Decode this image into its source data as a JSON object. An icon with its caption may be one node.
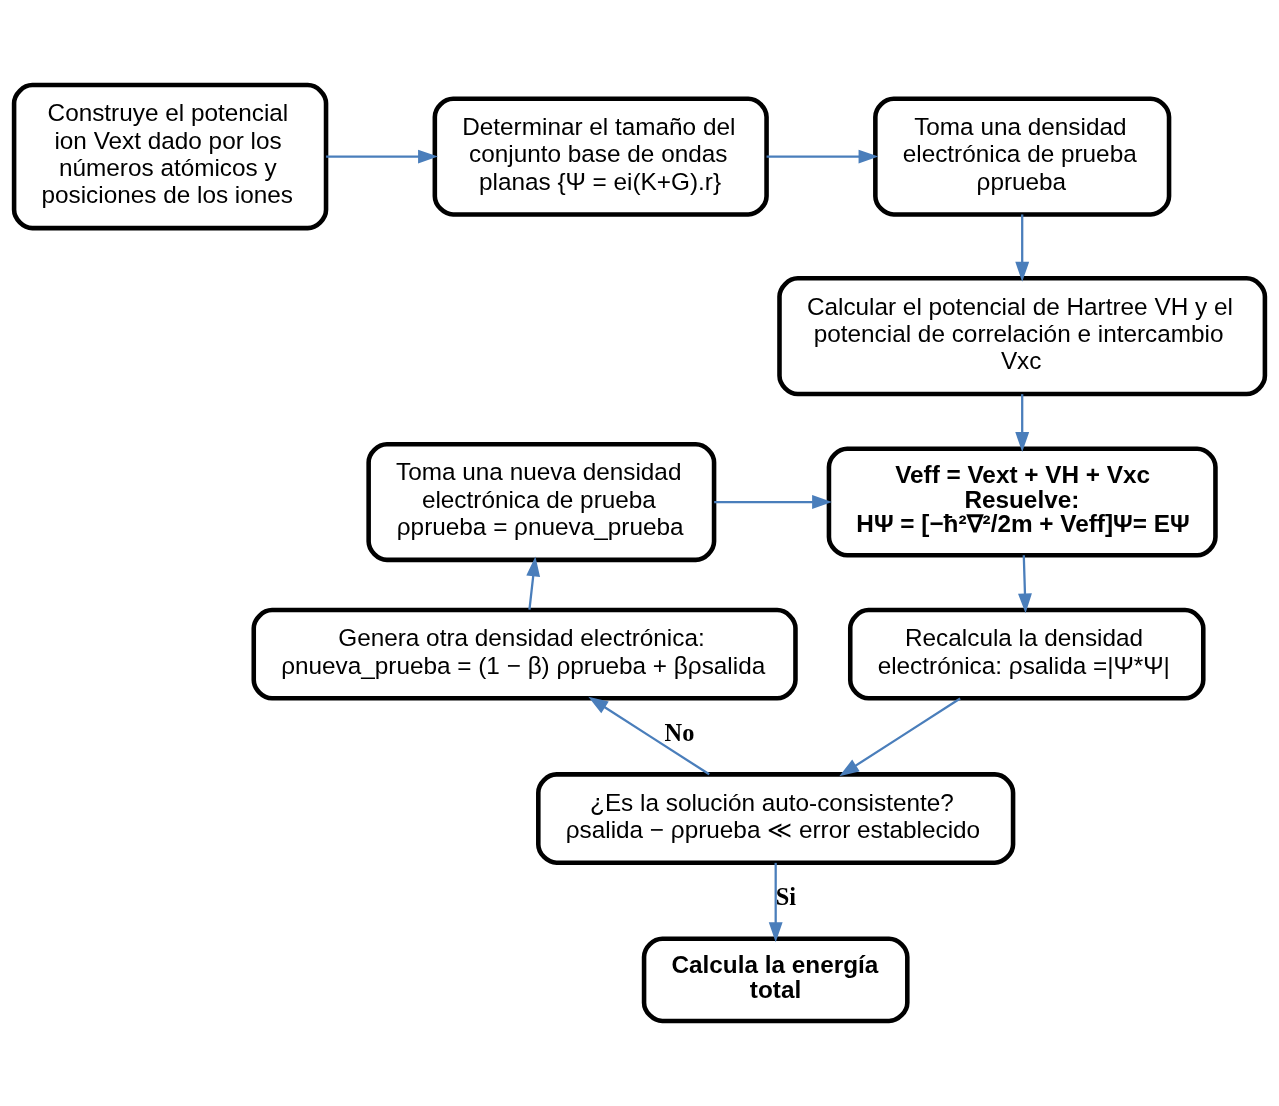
{
  "diagram": {
    "nodes": [
      {
        "text": [
          "Construye el potencial ion Vext dado por los números atómicos y posiciones de los iones"
        ]
      },
      {
        "text": [
          "Determinar el tamaño del conjunto base de ondas planas {Ψ = ei(K+G).r}"
        ]
      },
      {
        "text": [
          "Toma una densidad electrónica de prueba",
          "ρprueba"
        ]
      },
      {
        "text": [
          "Calcular el potencial de Hartree VH y el potencial de correlación e intercambio Vxc"
        ]
      },
      {
        "text": [
          "Toma una nueva densidad electrónica de prueba",
          "ρprueba = ρnueva_prueba"
        ]
      },
      {
        "text": [
          "Veff = Vext + VH + Vxc",
          "Resuelve:",
          "HΨ = [−ħ²∇²/2m + Veff]Ψ= EΨ"
        ]
      },
      {
        "text": [
          "Recalcula la densidad electrónica: ρsalida =|Ψ*Ψ|"
        ]
      },
      {
        "text": [
          "Genera otra densidad electrónica:",
          "ρnueva_prueba = (1 − β) ρprueba + βρsalida"
        ]
      },
      {
        "text": [
          "¿Es la solución auto-consistente?",
          "ρsalida − ρprueba ≪ error establecido"
        ]
      },
      {
        "text": [
          "Calcula la energía total"
        ]
      }
    ],
    "edges": [
      {
        "from": 0,
        "to": 1,
        "arrow": "to"
      },
      {
        "from": 1,
        "to": 2,
        "arrow": "to"
      },
      {
        "from": 2,
        "to": 3,
        "arrow": "to"
      },
      {
        "from": 3,
        "to": 5,
        "arrow": "to"
      },
      {
        "from": 4,
        "to": 5,
        "arrow": "to"
      },
      {
        "from": 5,
        "to": 6,
        "arrow": "to"
      },
      {
        "from": 6,
        "to": 8,
        "arrow": "to"
      },
      {
        "from": 8,
        "to": 7,
        "label": "No",
        "arrow": "to"
      },
      {
        "from": 7,
        "to": 4,
        "arrow": "to"
      },
      {
        "from": 8,
        "to": 9,
        "label": "Si",
        "arrow": "to"
      }
    ]
  }
}
